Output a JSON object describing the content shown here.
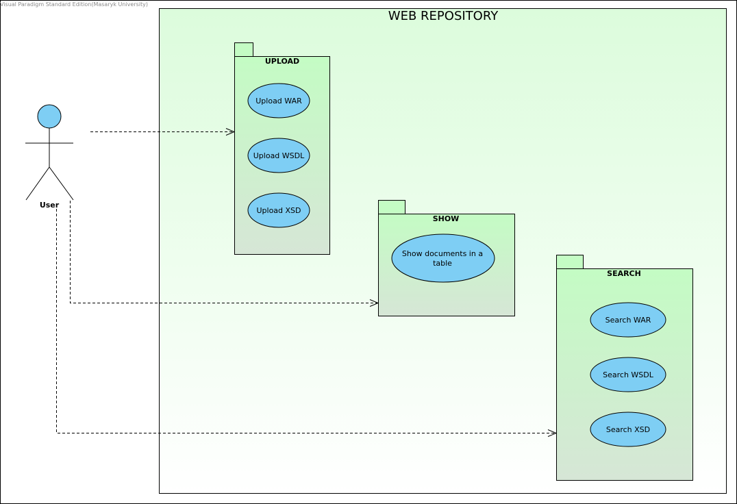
{
  "watermark": "Visual Paradigm Standard Edition(Masaryk University)",
  "system": {
    "title": "WEB REPOSITORY"
  },
  "actor": {
    "name": "User"
  },
  "packages": {
    "upload": {
      "title": "UPLOAD",
      "use_cases": [
        "Upload WAR",
        "Upload WSDL",
        "Upload XSD"
      ]
    },
    "show": {
      "title": "SHOW",
      "use_cases": [
        [
          "Show documents in a",
          "table"
        ]
      ]
    },
    "search": {
      "title": "SEARCH",
      "use_cases": [
        "Search WAR",
        "Search WSDL",
        "Search XSD"
      ]
    }
  },
  "colors": {
    "system_gradient_top": "#dcfcdc",
    "system_gradient_bottom": "#ffffff",
    "package_gradient_top": "#c4fcc4",
    "package_gradient_bottom": "#d6e6d6",
    "use_case_fill": "#7ecef4",
    "actor_head_fill": "#7ecef4"
  }
}
